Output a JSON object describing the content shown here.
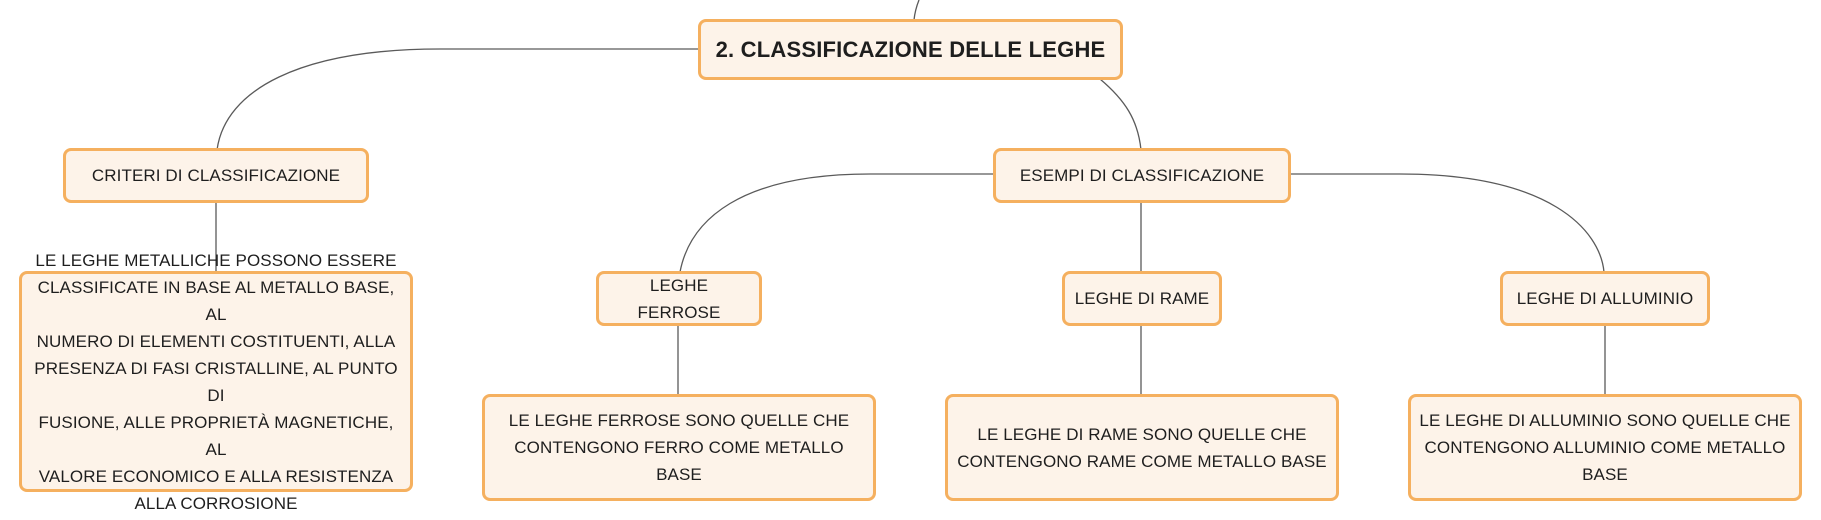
{
  "root": {
    "label": "2. CLASSIFICAZIONE DELLE LEGHE"
  },
  "branches": {
    "criteri": {
      "label": "CRITERI DI CLASSIFICAZIONE",
      "detail": "LE LEGHE METALLICHE POSSONO ESSERE\nCLASSIFICATE IN BASE AL METALLO BASE, AL\nNUMERO DI ELEMENTI COSTITUENTI, ALLA\nPRESENZA DI FASI CRISTALLINE, AL PUNTO DI\nFUSIONE, ALLE PROPRIETÀ MAGNETICHE, AL\nVALORE ECONOMICO E ALLA RESISTENZA\nALLA CORROSIONE"
    },
    "esempi": {
      "label": "ESEMPI DI CLASSIFICAZIONE",
      "ferrose": {
        "label": "LEGHE FERROSE",
        "detail": "LE LEGHE FERROSE SONO QUELLE CHE\nCONTENGONO FERRO COME METALLO BASE"
      },
      "rame": {
        "label": "LEGHE DI RAME",
        "detail": "LE LEGHE DI RAME SONO QUELLE CHE\nCONTENGONO RAME COME METALLO BASE"
      },
      "alluminio": {
        "label": "LEGHE DI ALLUMINIO",
        "detail": "LE LEGHE DI ALLUMINIO SONO QUELLE CHE\nCONTENGONO ALLUMINIO COME METALLO\nBASE"
      }
    }
  },
  "colors": {
    "node_fill": "#fdf3e9",
    "node_border": "#f5b05f",
    "connector": "#555555"
  }
}
